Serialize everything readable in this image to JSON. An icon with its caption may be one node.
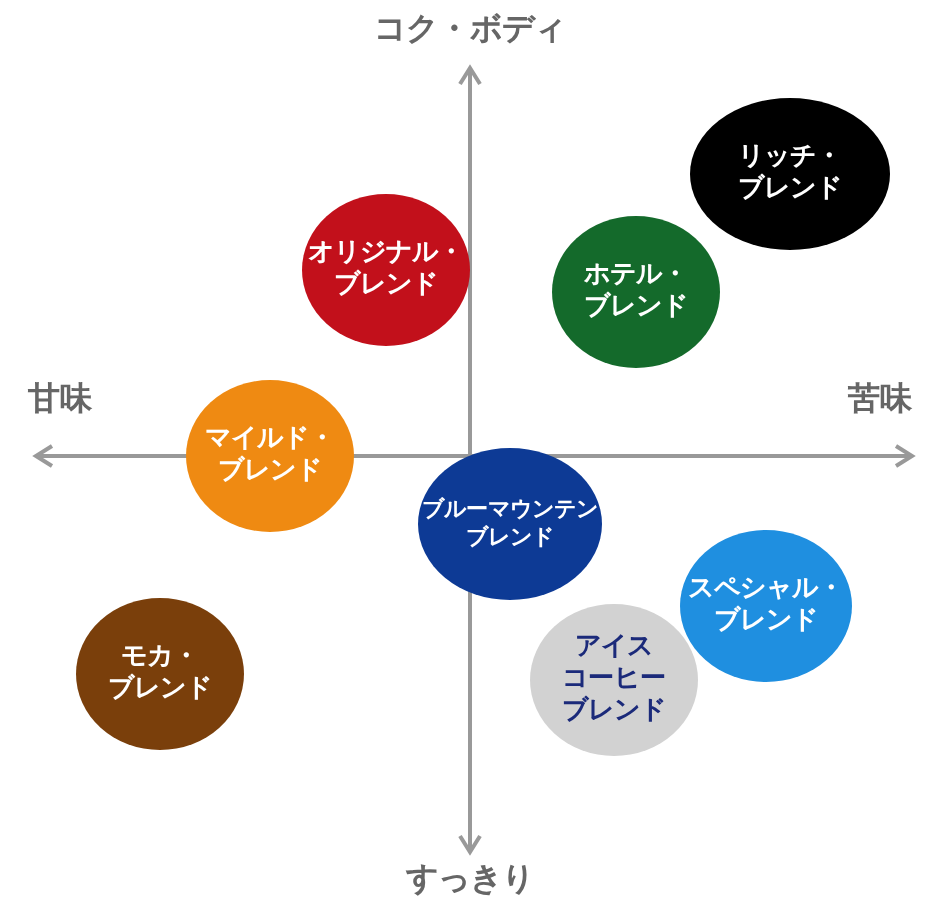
{
  "diagram": {
    "nodes": [
      {
        "text": [
          "リッチ・ブレンド"
        ]
      },
      {
        "text": [
          "オリジナル・ブレンド"
        ]
      },
      {
        "text": [
          "ホテル・ブレンド"
        ]
      },
      {
        "text": [
          "マイルド・ブレンド"
        ]
      },
      {
        "text": [
          "ブルーマウンテンブレンド"
        ]
      },
      {
        "text": [
          "スペシャル・ブレンド"
        ]
      },
      {
        "text": [
          "モカ・ブレンド"
        ]
      },
      {
        "text": [
          "アイスコーヒーブレンド"
        ]
      }
    ],
    "edges": [],
    "labels": [
      "コク・ボディ",
      "甘味",
      "苦味",
      "すっきり"
    ]
  }
}
